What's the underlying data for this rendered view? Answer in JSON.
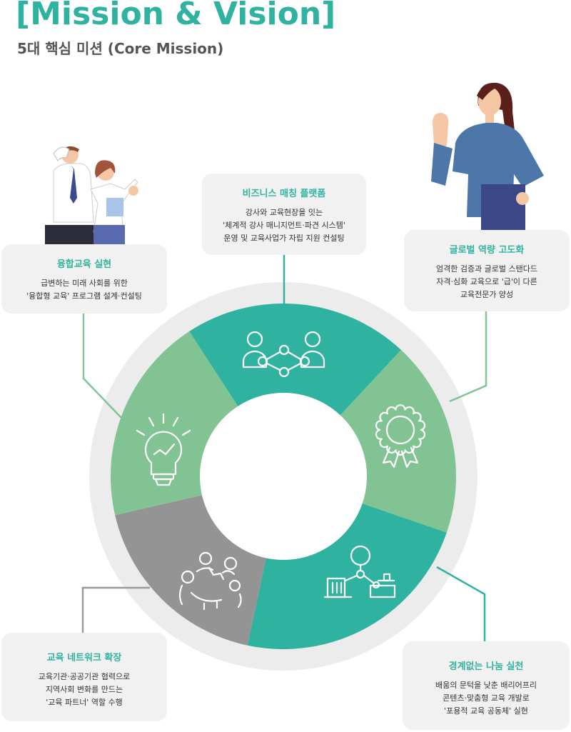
{
  "header": {
    "title": "[Mission & Vision]",
    "subtitle": "5대 핵심 미션 (Core Mission)"
  },
  "missions": [
    {
      "title": "비즈니스 매칭 플랫폼",
      "lines": [
        "강사와 교육현장을 잇는",
        "'체계적 강사 매니지먼트·파견 시스템'",
        "운영 및 교육사업가 자립 지원 컨설팅"
      ],
      "icon": "business-matching-icon",
      "color": "#2fb3a0"
    },
    {
      "title": "글로벌 역량 고도화",
      "lines": [
        "엄격한 검증과 글로벌 스탠다드",
        "자격·심화 교육으로 '급'이 다른",
        "교육전문가 양성"
      ],
      "icon": "award-rosette-icon",
      "color": "#82c394"
    },
    {
      "title": "경계없는 나눔 실천",
      "lines": [
        "배움의 문턱을 낮춘 배리어프리",
        "콘텐츠·맞춤형 교육 개발로",
        "'포용적 교육 공동체' 실현"
      ],
      "icon": "community-network-icon",
      "color": "#2fb3a0"
    },
    {
      "title": "교육 네트워크 확장",
      "lines": [
        "교육기관·공공기관 협력으로",
        "지역사회 변화를 만드는",
        "'교육 파트너' 역할 수행"
      ],
      "icon": "people-circle-icon",
      "color": "#949494"
    },
    {
      "title": "융합교육 실현",
      "lines": [
        "급변하는 미래 사회를 위한",
        "'융합형 교육' 프로그램 설계·컨설팅"
      ],
      "icon": "lightbulb-growth-icon",
      "color": "#82c394"
    }
  ],
  "colors": {
    "accent": "#2fb3a0",
    "green": "#82c394",
    "gray": "#949494",
    "outer_ring": "#ececec",
    "card_bg": "#f1f1f1",
    "connector_teal": "#2fb3a0",
    "connector_green": "#82c394",
    "connector_gray": "#9a9a9a"
  }
}
